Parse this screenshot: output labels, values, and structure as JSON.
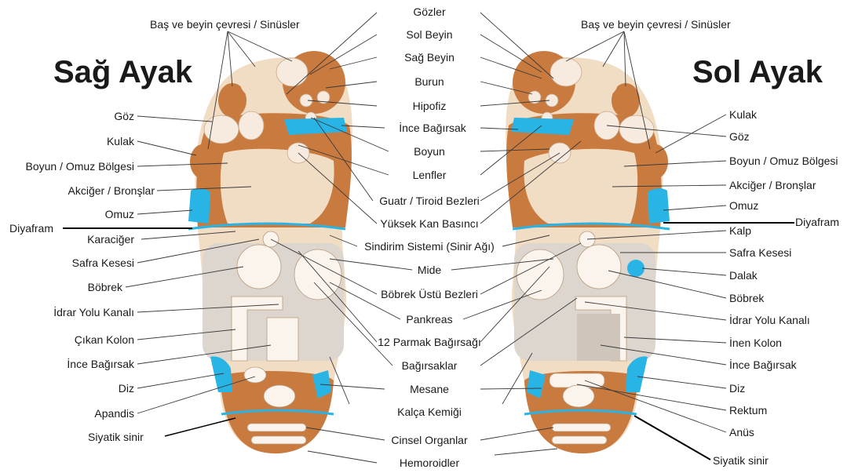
{
  "titles": {
    "right_foot": "Sağ Ayak",
    "left_foot": "Sol Ayak"
  },
  "diaphragm_label": "Diyafram",
  "left_labels": [
    "Baş ve beyin çevresi / Sinüsler",
    "Göz",
    "Kulak",
    "Boyun / Omuz Bölgesi",
    "Akciğer / Bronşlar",
    "Omuz",
    "Karaciğer",
    "Safra Kesesi",
    "Böbrek",
    "İdrar Yolu Kanalı",
    "Çıkan Kolon",
    "İnce Bağırsak",
    "Diz",
    "Apandis",
    "Siyatik sinir"
  ],
  "center_labels": [
    "Gözler",
    "Sol Beyin",
    "Sağ Beyin",
    "Burun",
    "Hipofiz",
    "İnce Bağırsak",
    "Boyun",
    "Lenfler",
    "Guatr / Tiroid Bezleri",
    "Yüksek Kan Basıncı",
    "Sindirim Sistemi (Sinir Ağı)",
    "Mide",
    "Böbrek Üstü Bezleri",
    "Pankreas",
    "12 Parmak Bağırsağı",
    "Bağırsaklar",
    "Mesane",
    "Kalça Kemiği",
    "Cinsel Organlar",
    "Hemoroidler"
  ],
  "right_labels": [
    "Baş ve beyin çevresi / Sinüsler",
    "Kulak",
    "Göz",
    "Boyun / Omuz Bölgesi",
    "Akciğer / Bronşlar",
    "Omuz",
    "Kalp",
    "Safra Kesesi",
    "Dalak",
    "Böbrek",
    "İdrar Yolu Kanalı",
    "İnen Kolon",
    "İnce Bağırsak",
    "Diz",
    "Rektum",
    "Anüs",
    "Siyatik sinir"
  ],
  "colors": {
    "skin": "#f1dcc4",
    "tan": "#c97a3e",
    "reflex_blue": "#29b4e6",
    "grey": "#ddd6ce"
  }
}
